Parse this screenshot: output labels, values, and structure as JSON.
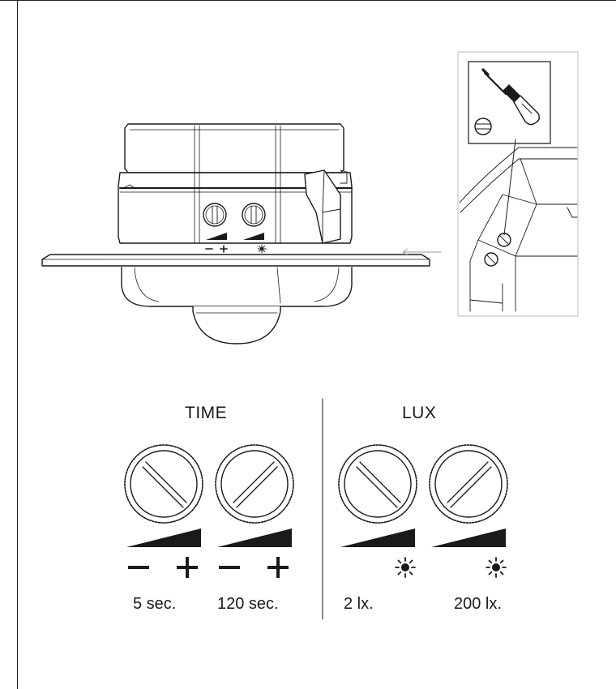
{
  "time_section": {
    "title": "TIME",
    "min_label": "5 sec.",
    "max_label": "120 sec."
  },
  "lux_section": {
    "title": "LUX",
    "min_label": "2 lx.",
    "max_label": "200 lx."
  },
  "icons": [
    "screwdriver-icon",
    "screw-slot-icon",
    "moon-icon",
    "sun-icon",
    "minus-icon",
    "plus-icon"
  ],
  "colors": {
    "line": "#1a1a1a",
    "frame": "#bdbdbd",
    "background": "#ffffff"
  }
}
